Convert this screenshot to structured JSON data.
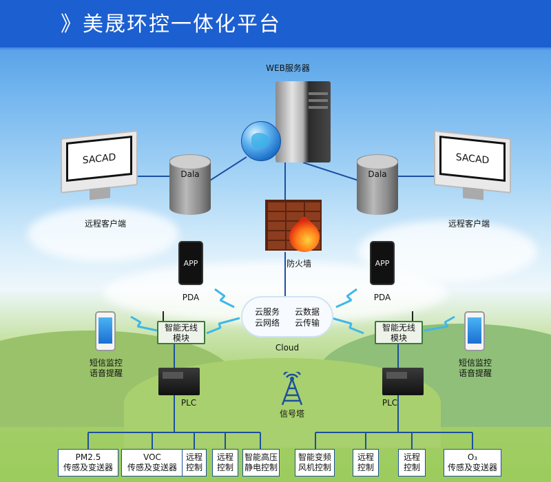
{
  "header": {
    "title": "》美晟环控一体化平台"
  },
  "web_server": {
    "label": "WEB服务器"
  },
  "remote_clients": [
    {
      "screen": "SACAD",
      "label": "远程客户端"
    },
    {
      "screen": "SACAD",
      "label": "远程客户端"
    }
  ],
  "databases": [
    {
      "label": "Dala"
    },
    {
      "label": "Dala"
    }
  ],
  "firewall": {
    "label": "防火墙"
  },
  "pdas": [
    {
      "screen": "APP",
      "label": "PDA"
    },
    {
      "screen": "APP",
      "label": "PDA"
    }
  ],
  "cloud": {
    "items": [
      "云服务",
      "云数据",
      "云网络",
      "云传输"
    ],
    "label": "Cloud"
  },
  "sms": [
    {
      "line1": "短信监控",
      "line2": "语音提醒"
    },
    {
      "line1": "短信监控",
      "line2": "语音提醒"
    }
  ],
  "modules": [
    {
      "line1": "智能无线",
      "line2": "模块"
    },
    {
      "line1": "智能无线",
      "line2": "模块"
    }
  ],
  "plcs": [
    {
      "label": "PLC"
    },
    {
      "label": "PLC"
    }
  ],
  "tower": {
    "label": "信号塔"
  },
  "bottom_boxes": [
    {
      "line1": "PM2.5",
      "line2": "传感及变送器"
    },
    {
      "line1": "VOC",
      "line2": "传感及变送器"
    },
    {
      "line1": "远程",
      "line2": "控制"
    },
    {
      "line1": "远程",
      "line2": "控制"
    },
    {
      "line1": "智能高压",
      "line2": "静电控制"
    },
    {
      "line1": "智能变频",
      "line2": "风机控制"
    },
    {
      "line1": "远程",
      "line2": "控制"
    },
    {
      "line1": "远程",
      "line2": "控制"
    },
    {
      "line1": "O₃",
      "line2": "传感及变送器"
    }
  ],
  "colors": {
    "header_bg": "#1c5fd0",
    "link_line": "#1b4f9e",
    "wireless": "#3fb7e8"
  }
}
